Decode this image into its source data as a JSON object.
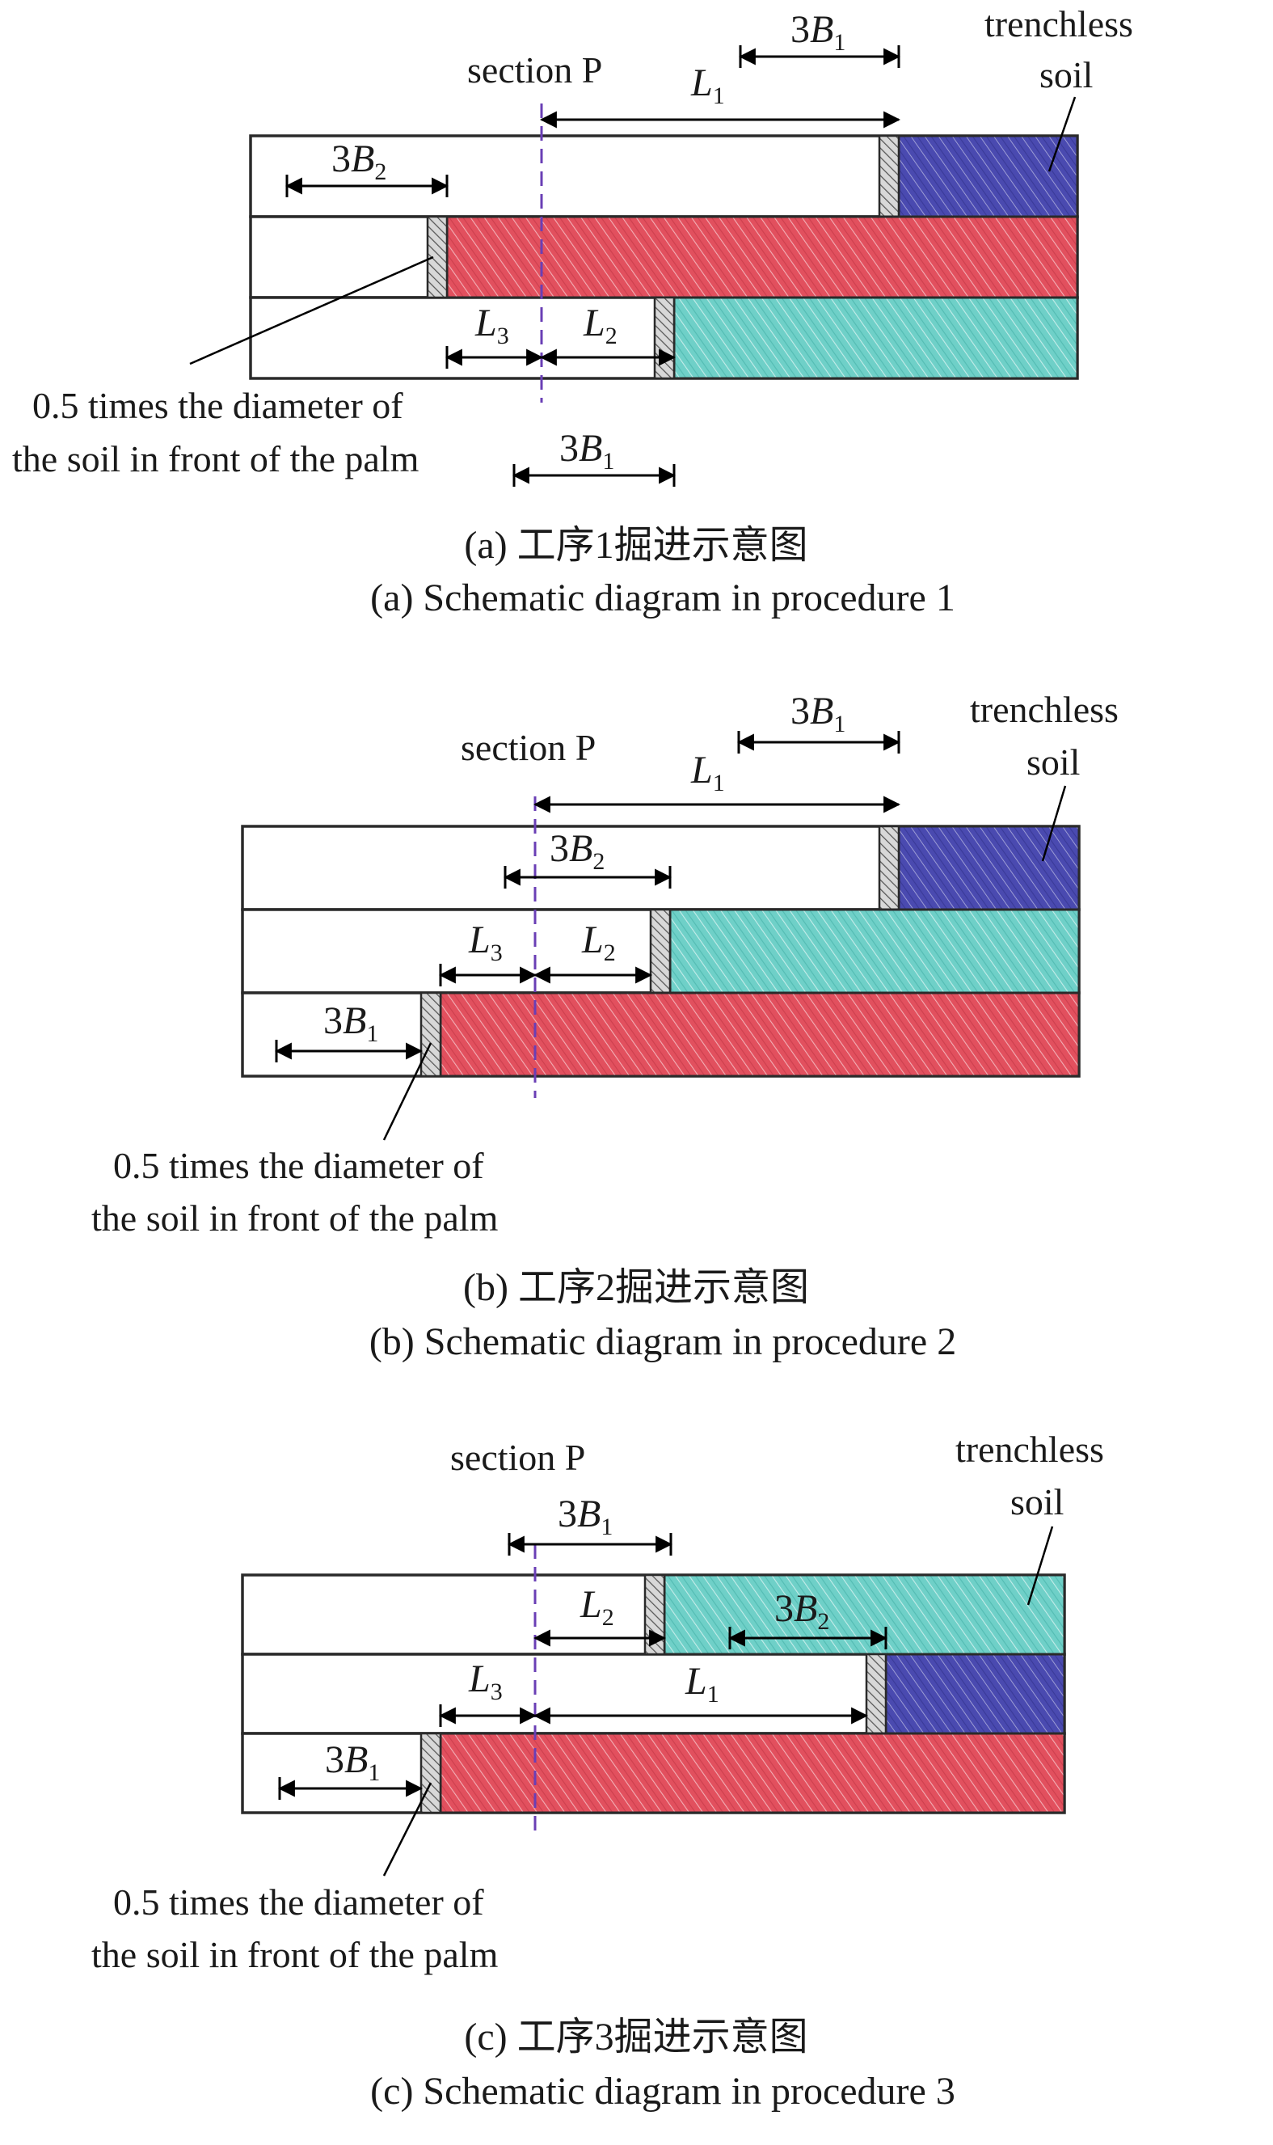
{
  "colors": {
    "red_soil": "#e2505e",
    "cyan_soil": "#6fd0c8",
    "blue_soil": "#4a4ab0",
    "section_line": "#6a3fb5",
    "outline": "#2a2a2a"
  },
  "labels": {
    "section": "section P",
    "trenchless_1": "trenchless",
    "trenchless_2": "soil",
    "palm_1": "0.5 times the diameter of",
    "palm_2": "the soil in front of the palm"
  },
  "symbols": {
    "three": "3",
    "B": "B",
    "L": "L",
    "sub1": "1",
    "sub2": "2",
    "sub3": "3"
  },
  "panels": [
    {
      "caption_cn": "(a) 工序1掘进示意图",
      "caption_en": "(a) Schematic diagram in procedure 1"
    },
    {
      "caption_cn": "(b) 工序2掘进示意图",
      "caption_en": "(b) Schematic diagram in procedure 2"
    },
    {
      "caption_cn": "(c) 工序3掘进示意图",
      "caption_en": "(c) Schematic diagram in procedure 3"
    }
  ]
}
